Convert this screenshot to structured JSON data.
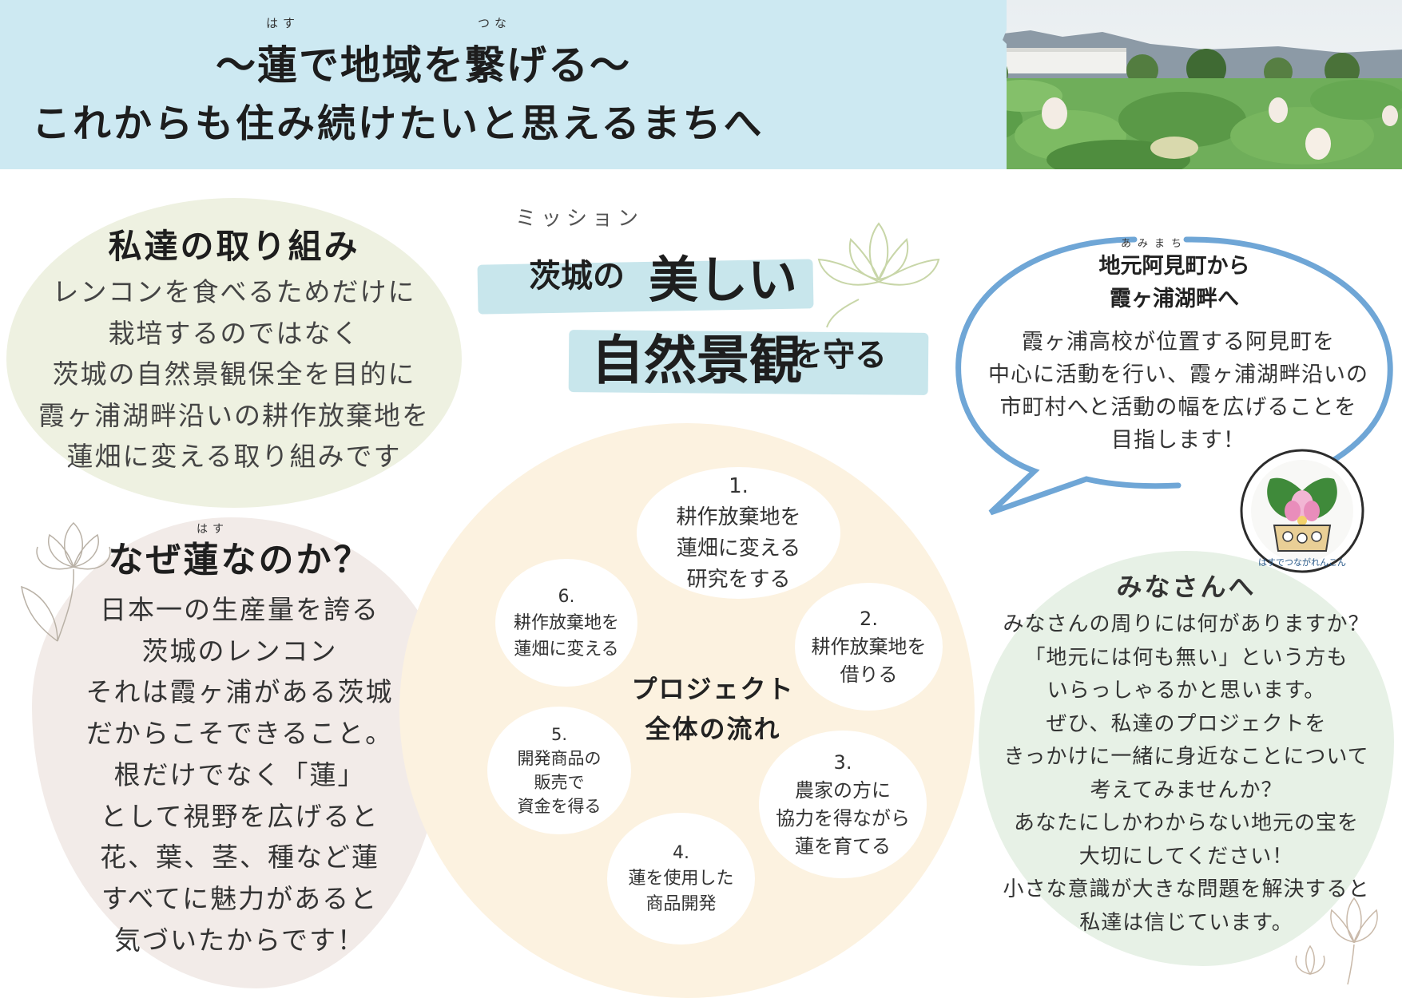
{
  "header": {
    "title_line1": "～蓮で地域を繋げる～",
    "ruby_hasu": "はす",
    "ruby_tsuna": "つな",
    "title_line2": "これからも住み続けたいと思えるまちへ"
  },
  "efforts": {
    "title": "私達の取り組み",
    "lines": [
      "レンコンを食べるためだけに",
      "栽培するのではなく",
      "茨城の自然景観保全を目的に",
      "霞ヶ浦湖畔沿いの耕作放棄地を",
      "蓮畑に変える取り組みです"
    ]
  },
  "why": {
    "title": "なぜ蓮なのか？",
    "ruby_hasu": "はす",
    "lines": [
      "日本一の生産量を誇る",
      "茨城のレンコン",
      "それは霞ヶ浦がある茨城",
      "だからこそできること。",
      "根だけでなく「蓮」",
      "として視野を広げると",
      "花、葉、茎、種など蓮",
      "すべてに魅力があると",
      "気づいたからです！"
    ]
  },
  "mission": {
    "label": "ミッション",
    "part1": "茨城の",
    "part2": "美しい",
    "part3": "自然景観",
    "part4": "を守る"
  },
  "bubble": {
    "ruby": "あみまち",
    "title_line1": "地元阿見町から",
    "title_line2": "霞ヶ浦湖畔へ",
    "lines": [
      "霞ヶ浦高校が位置する阿見町を",
      "中心に活動を行い、霞ヶ浦湖畔沿いの",
      "市町村へと活動の幅を広げることを",
      "目指します！"
    ],
    "logo_text": "はすでつながれんこん"
  },
  "flow": {
    "center_line1": "プロジェクト",
    "center_line2": "全体の流れ",
    "steps": [
      {
        "num": "1.",
        "lines": [
          "耕作放棄地を",
          "蓮畑に変える",
          "研究をする"
        ]
      },
      {
        "num": "2.",
        "lines": [
          "耕作放棄地を",
          "借りる"
        ]
      },
      {
        "num": "3.",
        "lines": [
          "農家の方に",
          "協力を得ながら",
          "蓮を育てる"
        ]
      },
      {
        "num": "4.",
        "lines": [
          "蓮を使用した",
          "商品開発"
        ]
      },
      {
        "num": "5.",
        "lines": [
          "開発商品の",
          "販売で",
          "資金を得る"
        ]
      },
      {
        "num": "6.",
        "lines": [
          "耕作放棄地を",
          "蓮畑に変える"
        ]
      }
    ]
  },
  "everyone": {
    "title": "みなさんへ",
    "lines": [
      "みなさんの周りには何がありますか？",
      "「地元には何も無い」という方も",
      "いらっしゃるかと思います。",
      "ぜひ、私達のプロジェクトを",
      "きっかけに一緒に身近なことについて",
      "考えてみませんか？",
      "あなたにしかわからない地元の宝を",
      "大切にしてください！",
      "小さな意識が大きな問題を解決すると",
      "私達は信じています。"
    ]
  },
  "colors": {
    "header_bg": "#cde9f2",
    "bubble_stroke": "#6fa6d6",
    "efforts_bg": "#eef1e1",
    "why_bg": "#f2ebe8",
    "flow_bg": "#fcf2e0",
    "everyone_bg": "#e7f1e6"
  }
}
